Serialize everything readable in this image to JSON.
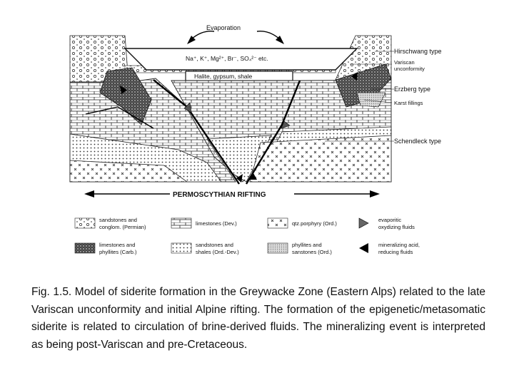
{
  "diagram": {
    "evaporation": "Evaporation",
    "ions": "Na⁺, K⁺, Mg²⁺, Br⁻, SO₄²⁻ etc.",
    "halite": "Halite, gypsum, shale",
    "right_labels": {
      "hirschwang": "Hirschwang type",
      "variscan_1": "Variscan",
      "variscan_2": "unconformity",
      "erzberg": "Erzberg type",
      "karst": "Karst fillings",
      "schendleck": "Schendleck type"
    },
    "rifting": "PERMOSCYTHIAN RIFTING"
  },
  "legend": {
    "sandstones_permian_1": "sandstones and",
    "sandstones_permian_2": "conglom. (Permian)",
    "limestones_carb_1": "limestones and",
    "limestones_carb_2": "phyllites (Carb.)",
    "limestones_dev": "limestones (Dev.)",
    "sandstones_shales": "sandstones and",
    "sandstones_shales_2": "shales (Ord.-Dev.)",
    "qtz_porphyry": "qtz.porphyry (Ord.)",
    "phyllites_1": "phyllites and",
    "phyllites_2": "sanstones (Ord.)",
    "evaporitic_1": "evaporitic",
    "evaporitic_2": "oxydizing fluids",
    "mineralizing_1": "mineralizing acid,",
    "mineralizing_2": "reducing fluids"
  },
  "caption": "Fig. 1.5. Model of siderite formation in the Greywacke Zone (Eastern Alps) related to the late Variscan unconformity and initial Alpine rifting. The formation of the epigenetic/metasomatic siderite is related to circulation of brine-derived fluids. The mineralizing event is interpreted as being post-Variscan and pre-Cretaceous."
}
